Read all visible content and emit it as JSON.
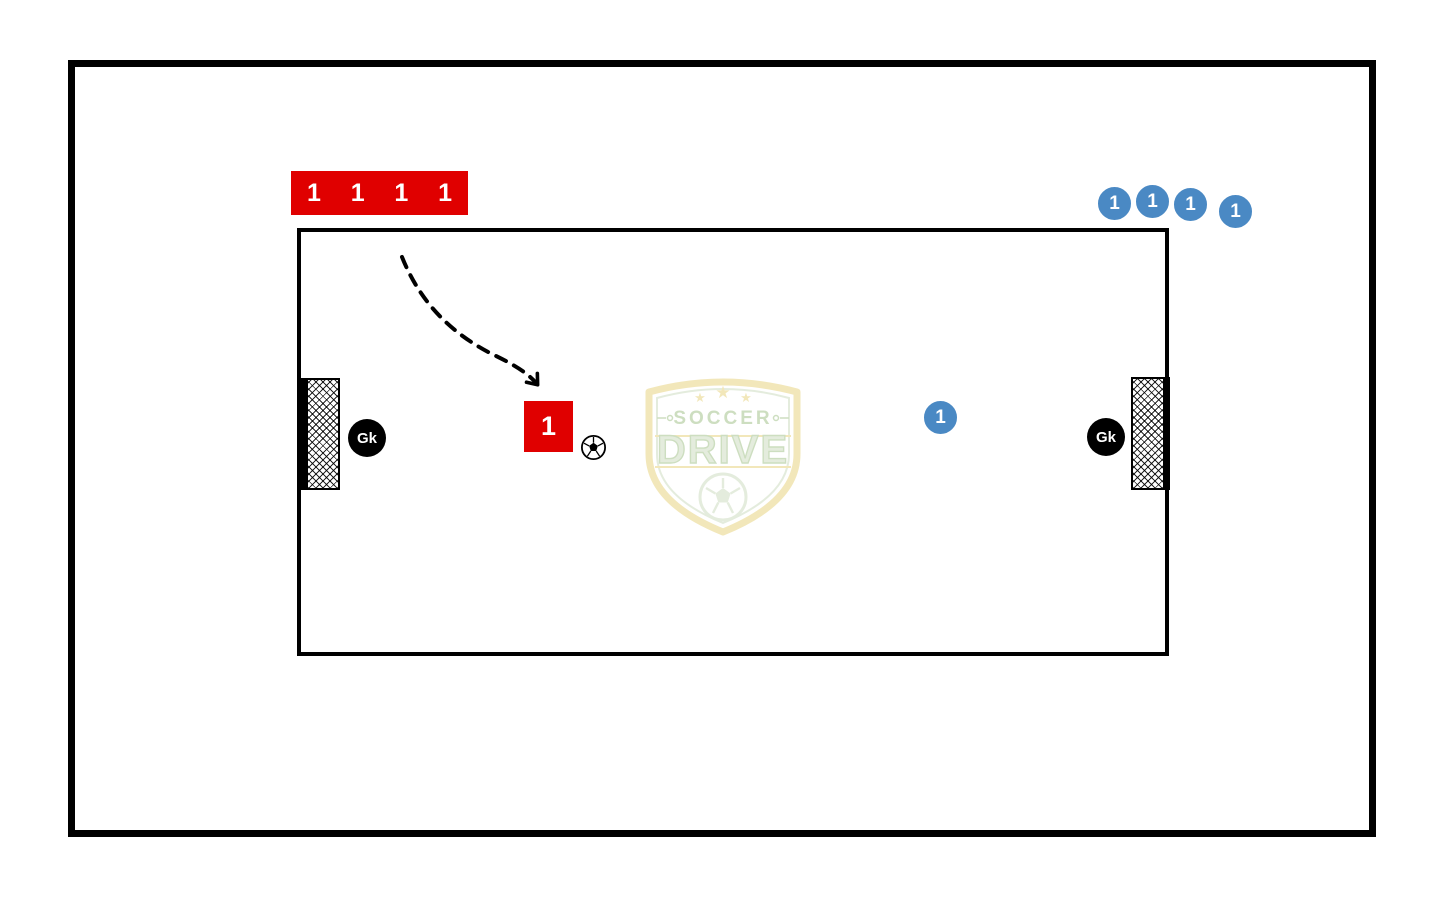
{
  "diagram": {
    "type": "soccer-drill-diagram",
    "red_queue_labels": [
      "1",
      "1",
      "1",
      "1"
    ],
    "blue_queue_labels": [
      "1",
      "1",
      "1",
      "1"
    ],
    "red_attacker_label": "1",
    "blue_defender_label": "1",
    "gk_left_label": "Gk",
    "gk_right_label": "Gk"
  },
  "logo": {
    "title": "SOCCER",
    "subtitle": "DRIVE",
    "stars": [
      "★",
      "★",
      "★"
    ]
  },
  "colors": {
    "team_red": "#e00000",
    "team_blue": "#4a89c4",
    "gk_black": "#000000",
    "line_black": "#000000",
    "logo_yellow": "#e8d583",
    "logo_green": "#a6c48e",
    "logo_green_light": "#cfdec2"
  }
}
